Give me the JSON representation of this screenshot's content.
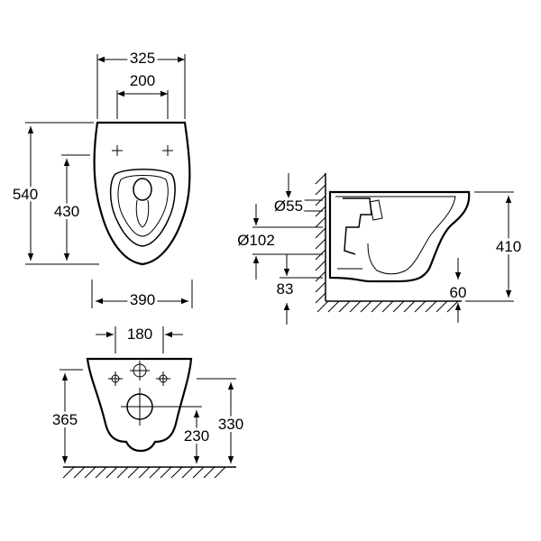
{
  "top_view": {
    "width_outer": "325",
    "width_inner": "200",
    "length_total": "540",
    "length_bowl": "430",
    "width_seat": "390"
  },
  "side_view": {
    "outlet_diameter": "Ø55",
    "inlet_diameter": "Ø102",
    "height_total": "410",
    "outlet_height": "83",
    "seat_offset": "60"
  },
  "back_view": {
    "bolt_spacing": "180",
    "height_total": "365",
    "height_mid": "330",
    "height_outlet": "230"
  }
}
